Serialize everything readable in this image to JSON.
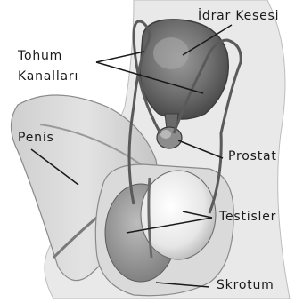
{
  "labels": {
    "bladder": "İdrar Kesesi",
    "ducts_line1": "Tohum",
    "ducts_line2": "Kanalları",
    "penis": "Penis",
    "prostate": "Prostat",
    "testes": "Testisler",
    "scrotum": "Skrotum"
  }
}
